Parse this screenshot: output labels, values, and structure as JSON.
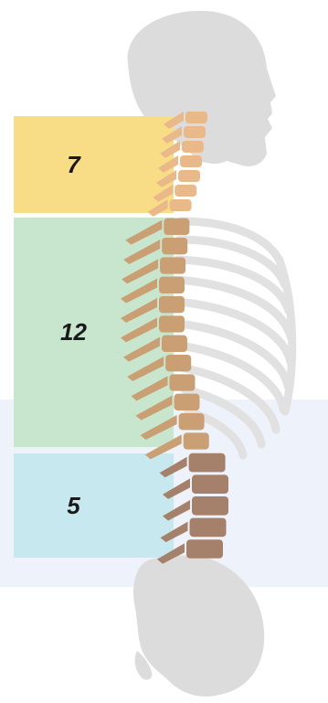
{
  "regions": [
    {
      "key": "cervical",
      "label": "7",
      "color": "#f8dc86",
      "vertebra_color": "#e9b98a",
      "count": 7
    },
    {
      "key": "thoracic",
      "label": "12",
      "color": "#c7e6cd",
      "vertebra_color": "#c99f73",
      "count": 12
    },
    {
      "key": "lumbar",
      "label": "5",
      "color": "#c8e8ef",
      "vertebra_color": "#a5806a",
      "count": 5
    }
  ],
  "colors": {
    "band_background": "#eef2fb",
    "skeleton_gray": "#dcdcdc"
  }
}
